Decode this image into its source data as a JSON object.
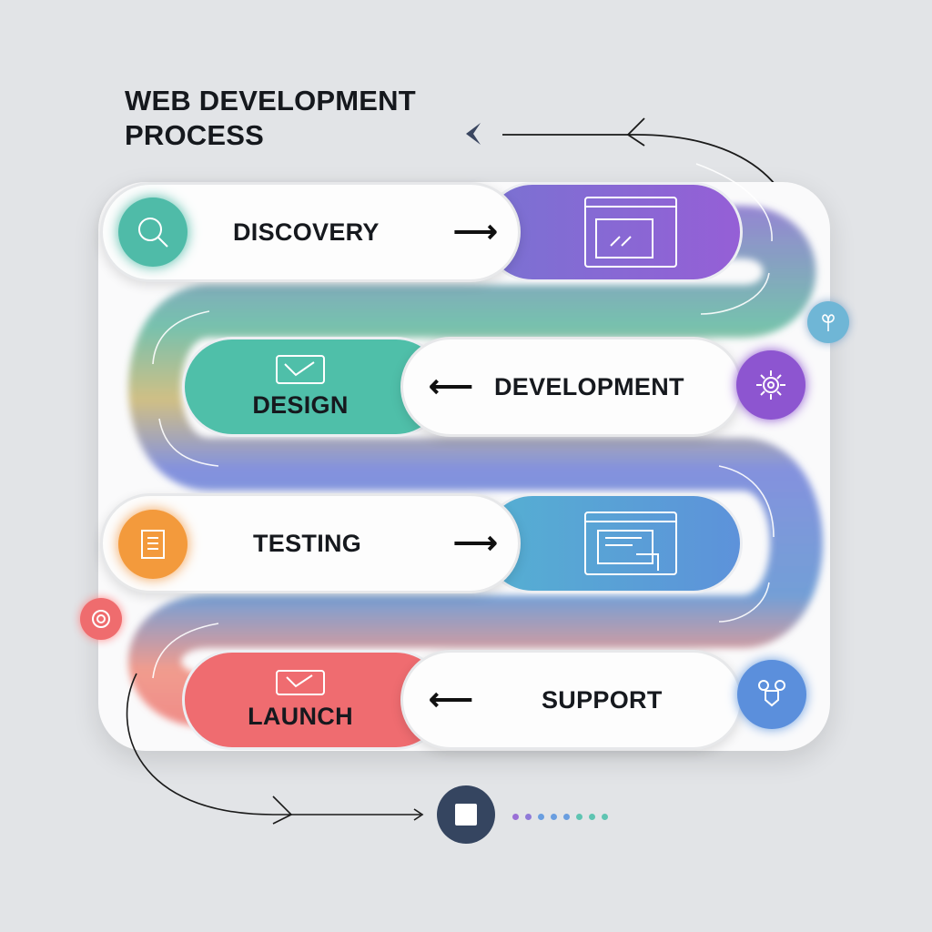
{
  "title": {
    "line1": "WEB DEVELOPMENT",
    "line2": "PROCESS"
  },
  "steps": [
    {
      "label": "DISCOVERY",
      "icon": "magnifier-face-icon",
      "color": "#4fbba8"
    },
    {
      "label": "DESIGN",
      "icon": "image-check-icon",
      "color": "#4fbfa9"
    },
    {
      "label": "DEVELOPMENT",
      "icon": "gear-icon",
      "color": "#8d55d0"
    },
    {
      "label": "TESTING",
      "icon": "document-icon",
      "color": "#f39a3c"
    },
    {
      "label": "LAUNCH",
      "icon": "image-check-icon",
      "color": "#ef6c6e"
    },
    {
      "label": "SUPPORT",
      "icon": "support-icon",
      "color": "#5b8fdc"
    }
  ],
  "colors": {
    "background": "#e2e4e7",
    "purple": "#8a62d4",
    "blue": "#5a9ad8",
    "navy": "#354560"
  }
}
